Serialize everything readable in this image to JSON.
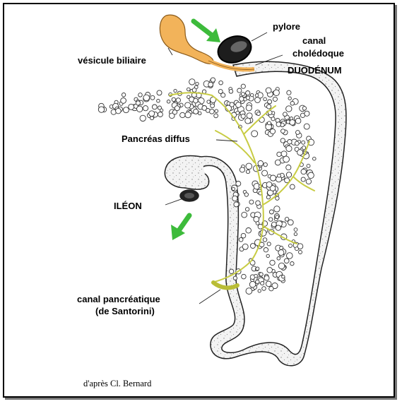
{
  "labels": {
    "pylore": "pylore",
    "canal": "canal",
    "choledoque": "cholédoque",
    "vesicule": "vésicule biliaire",
    "duodenum": "DUODÉNUM",
    "pancreas": "Pancréas diffus",
    "ileon": "ILÉON",
    "canal_pancreatique_1": "canal pancréatique",
    "canal_pancreatique_2": "(de Santorini)"
  },
  "credit": "d'après Cl. Bernard",
  "colors": {
    "gallbladder": "#f2b35a",
    "arrow": "#3dbb3b",
    "duct": "#c8cc44",
    "intestine": "#efefef",
    "outline": "#222222"
  }
}
